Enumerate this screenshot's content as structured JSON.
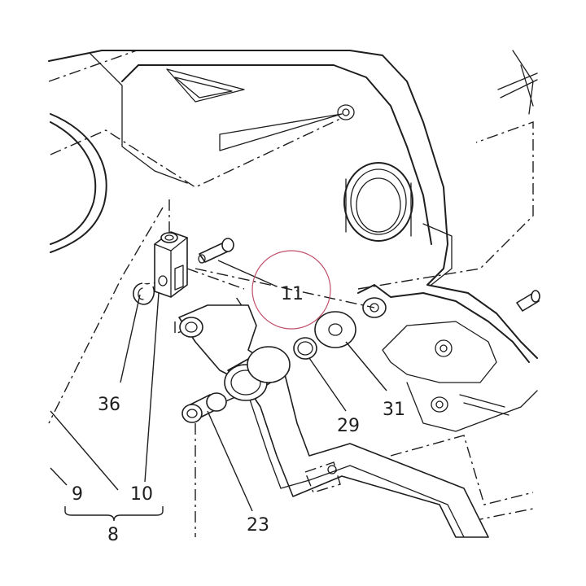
{
  "callouts": {
    "c8": "8",
    "c9": "9",
    "c10": "10",
    "c11": "11",
    "c23": "23",
    "c29": "29",
    "c31": "31",
    "c36": "36"
  },
  "colors": {
    "line": "#1e1e1e",
    "highlight_circle": "#c0506a",
    "background": "#ffffff"
  }
}
